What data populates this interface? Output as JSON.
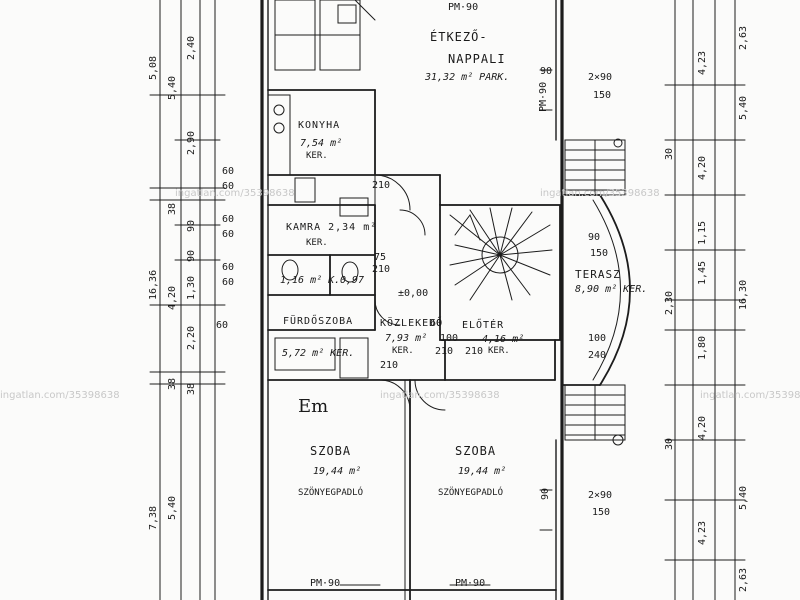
{
  "rooms": {
    "etkezo": {
      "name": "ÉTKEZŐ-",
      "name2": "NAPPALI",
      "area": "31,32 m² PARK."
    },
    "konyha": {
      "name": "KONYHA",
      "area": "7,54 m²",
      "floor": "KER."
    },
    "kamra": {
      "name": "KAMRA 2,34 m²",
      "floor": "KER."
    },
    "wc": {
      "area": "1,16 m² K."
    },
    "wc_area2": "0,97",
    "furdo": {
      "name": "FÜRDŐSZOBA",
      "area": "5,72 m² KER."
    },
    "kozlek": {
      "name": "KÖZLEKEDŐ",
      "area": "7,93 m²",
      "floor": "KER."
    },
    "eloter": {
      "name": "ELŐTÉR",
      "area": "4,16 m²",
      "floor": "KER."
    },
    "terasz": {
      "name": "TERASZ",
      "area": "8,90 m² KER."
    },
    "szoba1": {
      "name": "SZOBA",
      "area": "19,44 m²",
      "floor": "SZÖNYEGPADLÓ"
    },
    "szoba2": {
      "name": "SZOBA",
      "area": "19,44 m²",
      "floor": "SZÖNYEGPADLÓ"
    },
    "em_label": "Em",
    "level": "±0,00"
  },
  "openings": {
    "top_left_door": "PM·90",
    "top_window": "90",
    "top_right_window": "2×90",
    "top_right_window_h": "150",
    "pm90_vertical": "PM·90",
    "terrace_90": "90",
    "terrace_150": "150",
    "terrace_100": "100",
    "terrace_240": "240",
    "bottom_right_window": "2×90",
    "bottom_right_window_h": "150",
    "bottom_left_door": "PM·90",
    "bottom_mid_door": "PM·90",
    "bottom_vert_90": "90",
    "d60a": "60",
    "d60b": "60",
    "d60c": "60",
    "d60d": "60",
    "d60e": "60",
    "d60f": "60",
    "d60g": "60",
    "d75": "75",
    "d210a": "210",
    "d210b": "210",
    "d210c": "210",
    "d210d": "210",
    "d210e": "210",
    "d60h": "60",
    "d100": "100"
  },
  "left_dims": {
    "outer": [
      "5,08",
      "16,36",
      "7,38"
    ],
    "mid": [
      "5,40",
      "38",
      "4,20",
      "38",
      "5,40"
    ],
    "inner": [
      "2,40",
      "2,90",
      "90",
      "90",
      "1,30",
      "2,20",
      "38"
    ]
  },
  "right_dims": {
    "outer": [
      "2,63",
      "5,40",
      "16,30",
      "5,40",
      "2,63"
    ],
    "mid": [
      "4,23",
      "4,20",
      "1,15",
      "1,45",
      "1,80",
      "4,20",
      "4,23"
    ],
    "inner": [
      "30",
      "2,30",
      "30"
    ]
  },
  "watermarks": [
    "ingatlan.com/35398638",
    "ingatlan.com/35398638",
    "ingatlan.com/35398638",
    "ingatlan.com/35398638",
    "ingatlan.com/35398638"
  ]
}
